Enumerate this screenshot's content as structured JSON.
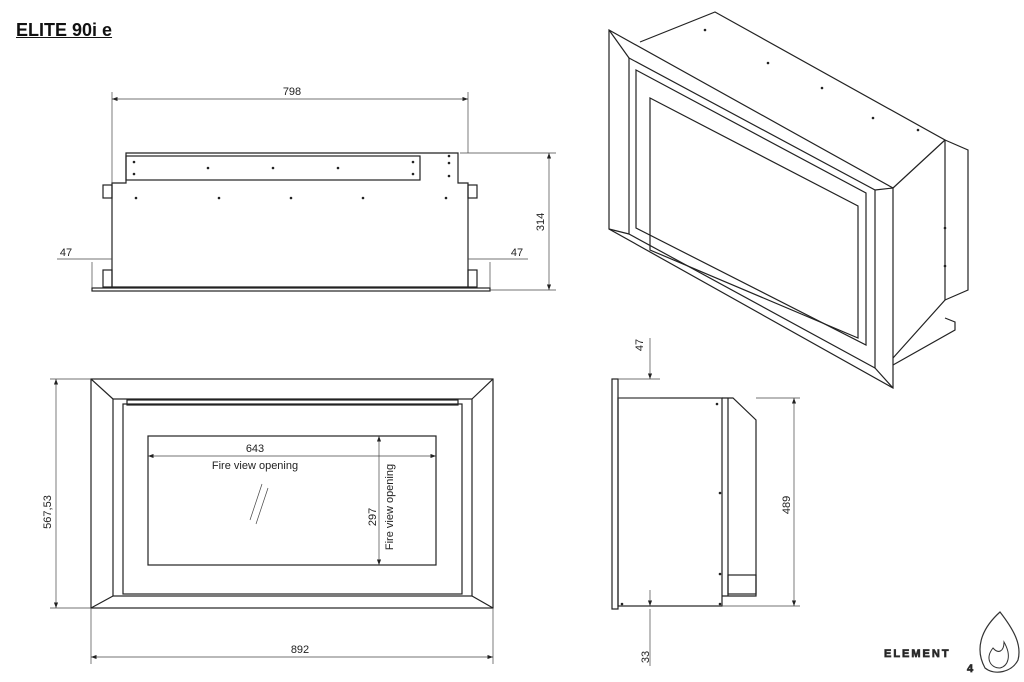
{
  "title": "ELITE 90i e",
  "top_view": {
    "width": "798",
    "height": "314",
    "left_offset": "47",
    "right_offset": "47"
  },
  "front_view": {
    "opening_width": "643",
    "opening_width_label": "Fire view opening",
    "opening_height": "297",
    "opening_height_label": "Fire view opening",
    "overall_height": "567,53",
    "overall_width": "892"
  },
  "side_view": {
    "top_offset": "47",
    "depth_height": "489",
    "bottom_offset": "33"
  },
  "logo": {
    "text": "ELEMENT",
    "number": "4"
  }
}
